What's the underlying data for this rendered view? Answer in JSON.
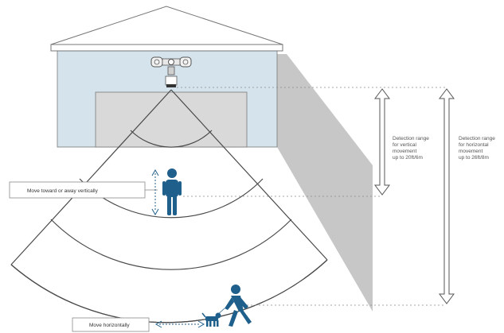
{
  "labels": {
    "vertical_range": [
      "Detection range",
      "for vertical",
      "movement",
      "up to 20ft/6m"
    ],
    "horizontal_range": [
      "Detection range",
      "for horizontal",
      "movement",
      "up to 26ft/8m"
    ],
    "move_toward": "Move toward or away vertically",
    "move_horizontal": "Move horizontally"
  },
  "colors": {
    "wall": "#d4e3ec",
    "garage_door": "#d9d9d9",
    "shadow": "#c7c7c7",
    "figure": "#1f5f8b",
    "line": "#555555"
  },
  "icons": [
    "house-roof-icon",
    "floodlight-camera-icon",
    "person-icon",
    "dog-icon",
    "double-arrow-icon"
  ]
}
